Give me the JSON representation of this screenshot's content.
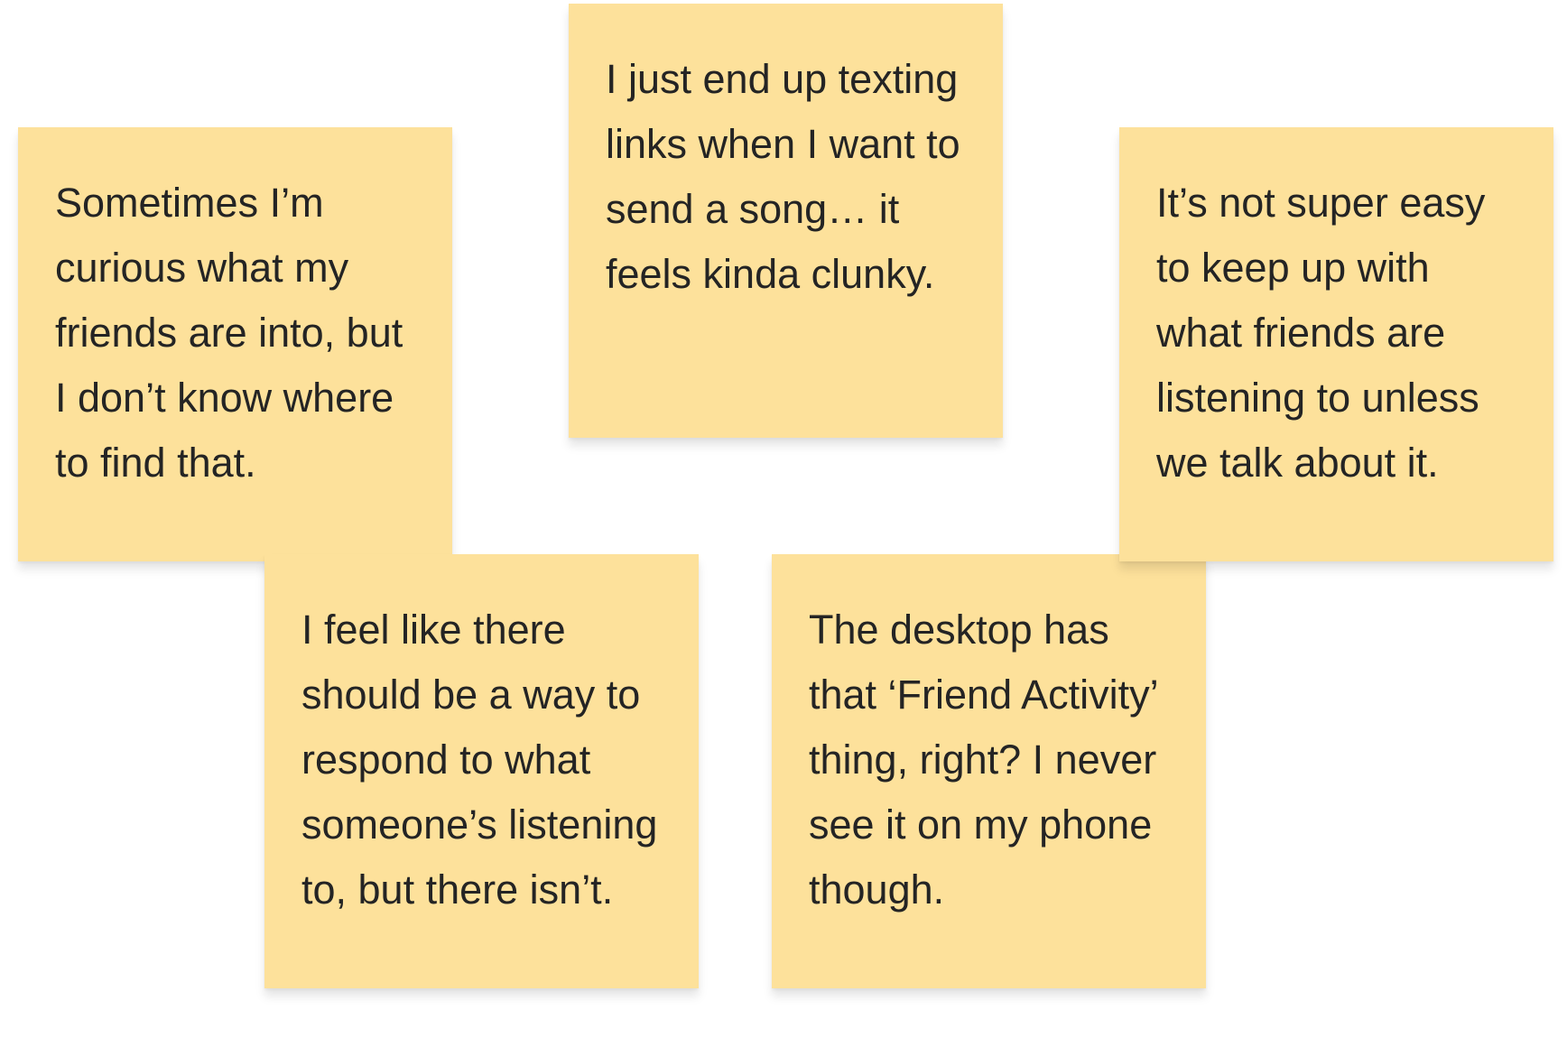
{
  "notes": [
    {
      "text": "Sometimes I’m curious what my friends are into, but I don’t know where to find that.",
      "color": "#fde19b"
    },
    {
      "text": "I just end up texting links when I want to send a song… it feels kinda clunky.",
      "color": "#fde19b"
    },
    {
      "text": "It’s not super easy to keep up with what friends are listening to unless we talk about it.",
      "color": "#fde19b"
    },
    {
      "text": "I feel like there should be a way to respond to what someone’s listening to, but there isn’t.",
      "color": "#fde19b"
    },
    {
      "text": "The desktop has that ‘Friend Activity’ thing, right? I never see it on my phone though.",
      "color": "#fde19b"
    }
  ]
}
